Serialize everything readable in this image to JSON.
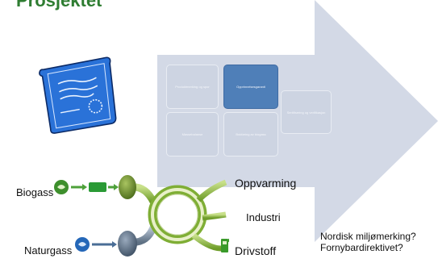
{
  "title": "Prosjektet",
  "boxes": [
    {
      "id": "tl",
      "label": "Produktmerking og spor",
      "highlight": false
    },
    {
      "id": "tc",
      "label": "Opprinnelsesgaranti",
      "highlight": true
    },
    {
      "id": "r",
      "label": "Sertifisering og verifikasjon",
      "highlight": false
    },
    {
      "id": "bl",
      "label": "Massebalanse",
      "highlight": false
    },
    {
      "id": "bc",
      "label": "Bokføring av biogass",
      "highlight": false
    }
  ],
  "sources": {
    "biogas": "Biogass",
    "natural_gas": "Naturgass"
  },
  "uses": {
    "heating": "Oppvarming",
    "industry": "Industri",
    "fuel": "Drivstoff"
  },
  "questions": [
    "Nordisk miljømerking?",
    "Fornybardirektivet?"
  ],
  "colors": {
    "title": "#2f7d32",
    "arrow": "#d2d8e5",
    "highlight_box": "#4f7fb8",
    "pipe_green": "#8fbf3f"
  }
}
